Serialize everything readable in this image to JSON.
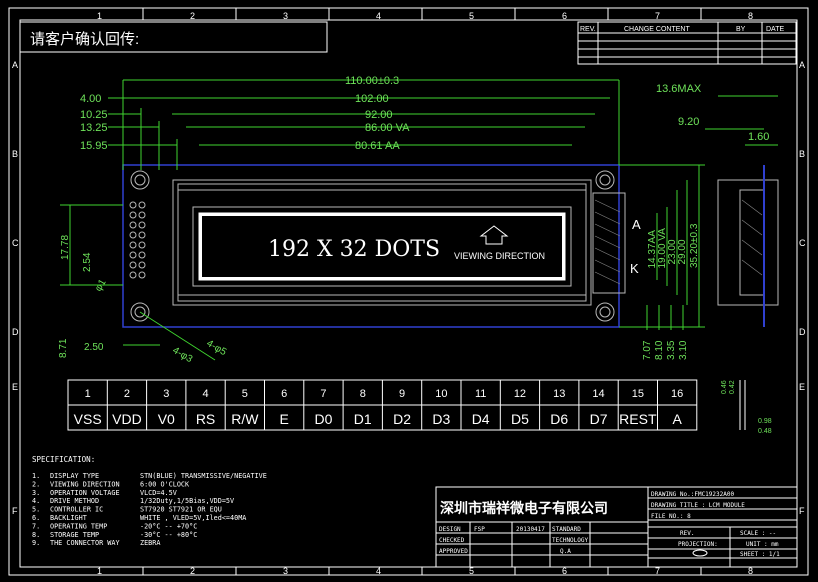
{
  "header": {
    "reply_label": "请客户确认回传:"
  },
  "zone_columns": [
    "1",
    "2",
    "3",
    "4",
    "5",
    "6",
    "7",
    "8"
  ],
  "zone_rows": [
    "A",
    "B",
    "C",
    "D",
    "E",
    "F"
  ],
  "revision": {
    "rev": "REV.",
    "change_content": "CHANGE CONTENT",
    "by": "BY",
    "date": "DATE"
  },
  "display": {
    "dots_text": "192 X 32 DOTS",
    "viewing_direction": "VIEWING DIRECTION",
    "pin_a": "A",
    "pin_k": "K"
  },
  "dims_top": [
    "110.00±0.3",
    "102.00",
    "92.00",
    "86.00 VA",
    "80.61 AA"
  ],
  "dims_top_left": [
    "4.00",
    "10.25",
    "13.25",
    "15.95"
  ],
  "dims_right": [
    "14.37AA",
    "19.00 VA",
    "23.00",
    "29.00",
    "35.20±0.3"
  ],
  "dims_right_bottom": [
    "7.07",
    "8.10",
    "3.35",
    "3.10"
  ],
  "dims_left": {
    "d1": "17.78",
    "d2": "2.54",
    "d3": "φ1",
    "d4": "8.71",
    "d5": "2.50",
    "d6": "4-φ3",
    "d7": "4-φ5"
  },
  "side": {
    "max": "13.6MAX",
    "d1": "9.20",
    "d2": "1.60"
  },
  "pin_detail": {
    "d1": "0.46",
    "d2": "0.42",
    "d3": "0.98",
    "d4": "0.48"
  },
  "pins": {
    "numbers": [
      "1",
      "2",
      "3",
      "4",
      "5",
      "6",
      "7",
      "8",
      "9",
      "10",
      "11",
      "12",
      "13",
      "14",
      "15",
      "16"
    ],
    "names": [
      "VSS",
      "VDD",
      "V0",
      "RS",
      "R/W",
      "E",
      "D0",
      "D1",
      "D2",
      "D3",
      "D4",
      "D5",
      "D6",
      "D7",
      "REST",
      "A"
    ]
  },
  "spec": {
    "title": "SPECIFICATION:",
    "items": [
      {
        "n": "1.",
        "label": "DISPLAY TYPE",
        "value": "STN(BLUE) TRANSMISSIVE/NEGATIVE"
      },
      {
        "n": "2.",
        "label": "VIEWING DIRECTION",
        "value": "6:00 O'CLOCK"
      },
      {
        "n": "3.",
        "label": "OPERATION VOLTAGE",
        "value": "VLCD=4.5V"
      },
      {
        "n": "4.",
        "label": "DRIVE METHOD",
        "value": "1/32Duty,1/5Bias,VDD=5V"
      },
      {
        "n": "5.",
        "label": "CONTROLLER IC",
        "value": "ST7920 ST7921 OR EQU"
      },
      {
        "n": "6.",
        "label": "BACKLIGHT",
        "value": "WHITE , VLED=5V,Iled<=40MA"
      },
      {
        "n": "7.",
        "label": "OPERATING TEMP",
        "value": "-20°C -- +70°C"
      },
      {
        "n": "8.",
        "label": "STORAGE TEMP",
        "value": "-30°C -- +80°C"
      },
      {
        "n": "9.",
        "label": "THE CONNECTOR WAY",
        "value": "ZEBRA"
      }
    ]
  },
  "title_block": {
    "company": "深圳市瑞祥微电子有限公司",
    "drawing_no": "DRAWING No.:FMC19232A00",
    "drawing_title": "DRAWING TITLE : LCM MODULE",
    "file_no": "FILE NO.: 8",
    "rev": "REV.",
    "scale": "SCALE : --",
    "projection": "PROJECTION:",
    "unit": "UNIT : mm",
    "sheet": "SHEET : 1/1",
    "design": "DESIGN",
    "designer": "FSP",
    "date": "20130417",
    "standard": "STANDARD",
    "checked": "CHECKED",
    "technology": "TECHNOLOGY",
    "approved": "APPROVED",
    "qa": "Q.A"
  }
}
